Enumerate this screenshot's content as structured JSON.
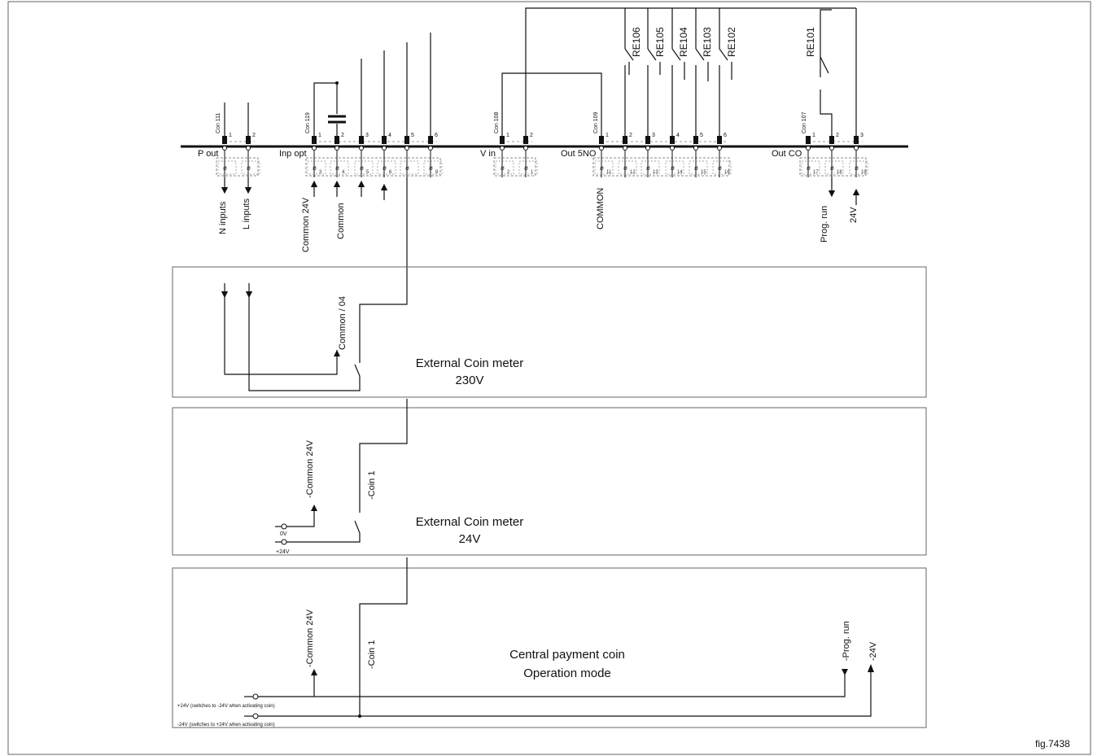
{
  "relays": [
    "RE106",
    "RE105",
    "RE104",
    "RE103",
    "RE102",
    "RE101"
  ],
  "connectors": {
    "p_out": {
      "con": "Con 111",
      "label": "P out",
      "pins": [
        "1",
        "2"
      ]
    },
    "inp_opt": {
      "con": "Con 119",
      "label": "Inp opt",
      "pins": [
        "1",
        "2",
        "3",
        "4",
        "5",
        "6"
      ]
    },
    "v_in": {
      "con": "Con 108",
      "label": "V in",
      "pins": [
        "1",
        "2"
      ]
    },
    "out_5no": {
      "con": "Con 109",
      "label": "Out 5NO",
      "pins": [
        "1",
        "2",
        "3",
        "4",
        "5",
        "6"
      ]
    },
    "out_co": {
      "con": "Con 107",
      "label": "Out CO",
      "pins": [
        "1",
        "2",
        "3"
      ]
    }
  },
  "terminals": {
    "p_out": [
      "",
      ""
    ],
    "inp_opt": [
      "3",
      "4",
      "5",
      "6",
      "",
      "8"
    ],
    "v_in": [
      "2",
      "1"
    ],
    "out_5no": [
      "11",
      "12",
      "13",
      "14",
      "15",
      "16"
    ],
    "out_co": [
      "17",
      "18",
      "19"
    ]
  },
  "signals": {
    "n_inputs": "N inputs",
    "l_inputs": "L inputs",
    "common_24v": "Common 24V",
    "common": "Common",
    "common_5no": "COMMON",
    "prog_run": "Prog. run",
    "v24": "24V"
  },
  "panel_230v": {
    "common04": "Common / 04",
    "title_1": "External Coin meter",
    "title_2": "230V"
  },
  "panel_24v": {
    "common24v": "-Common 24V",
    "coin1": "-Coin 1",
    "t0v": "0V",
    "t24v": "+24V",
    "title_1": "External Coin meter",
    "title_2": "24V"
  },
  "panel_central": {
    "common24v": "-Common 24V",
    "coin1": "-Coin 1",
    "prog_run": "-Prog. run",
    "m24v": "-24V",
    "plus24_note": "+24V (switches to -24V when activating coin)",
    "minus24_note": "-24V (switches to +24V when activating coin)",
    "title_1": "Central payment coin",
    "title_2": "Operation mode"
  },
  "fig_label": "fig.7438"
}
